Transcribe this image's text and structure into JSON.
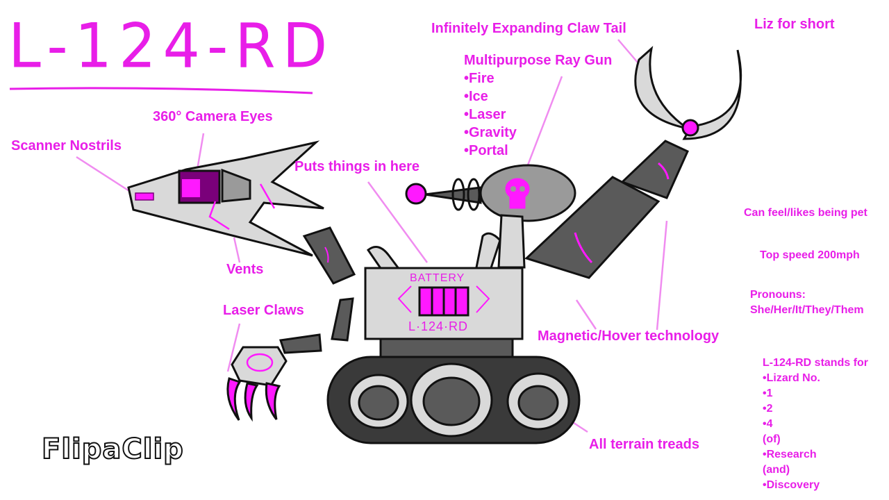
{
  "title": "L-124-RD",
  "nickname": "Liz for short",
  "labels": {
    "claw_tail": "Infinitely Expanding Claw Tail",
    "ray_gun": "Multipurpose Ray Gun",
    "ray_gun_modes": [
      "•Fire",
      "•Ice",
      "•Laser",
      "•Gravity",
      "•Portal"
    ],
    "camera_eyes": "360° Camera Eyes",
    "scanner_nostrils": "Scanner Nostrils",
    "puts_things": "Puts things in here",
    "vents": "Vents",
    "laser_claws": "Laser Claws",
    "magnetic": "Magnetic/Hover technology",
    "treads": "All terrain treads"
  },
  "body_text": {
    "battery": "BATTERY",
    "model": "L·124·RD"
  },
  "notes": {
    "pet": "Can feel/likes being pet",
    "speed": "Top speed 200mph",
    "pronouns_label": "Pronouns:",
    "pronouns": "She/Her/It/They/Them",
    "stands_for_title": "L-124-RD stands for",
    "stands_for": [
      "•Lizard No.",
      "•1",
      "•2",
      "•4",
      "(of)",
      "•Research",
      "(and)",
      "•Discovery"
    ]
  },
  "watermark": "FlipaClip",
  "colors": {
    "accent": "#e81ee8",
    "metal_light": "#d9d9d9",
    "metal_dark": "#5a5a5a"
  }
}
